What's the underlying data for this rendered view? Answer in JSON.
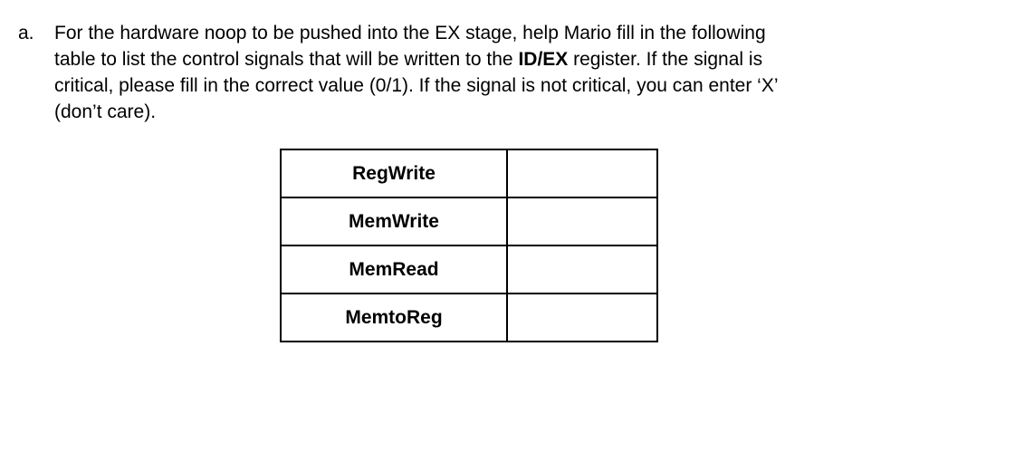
{
  "question": {
    "marker": "a.",
    "line1": "For the hardware noop to be pushed into the EX stage, help Mario fill in the following",
    "line2_pre": "table to list the control signals that will be written to the ",
    "line2_bold": "ID/EX",
    "line2_post": " register. If the signal is",
    "line3": "critical, please fill in the correct value (0/1). If the signal is not critical, you can enter ‘X’",
    "line4": "(don’t care)."
  },
  "table": {
    "rows": [
      {
        "signal": "RegWrite",
        "value": ""
      },
      {
        "signal": "MemWrite",
        "value": ""
      },
      {
        "signal": "MemRead",
        "value": ""
      },
      {
        "signal": "MemtoReg",
        "value": ""
      }
    ]
  },
  "colors": {
    "text": "#000000",
    "border": "#000000",
    "background": "#ffffff"
  }
}
